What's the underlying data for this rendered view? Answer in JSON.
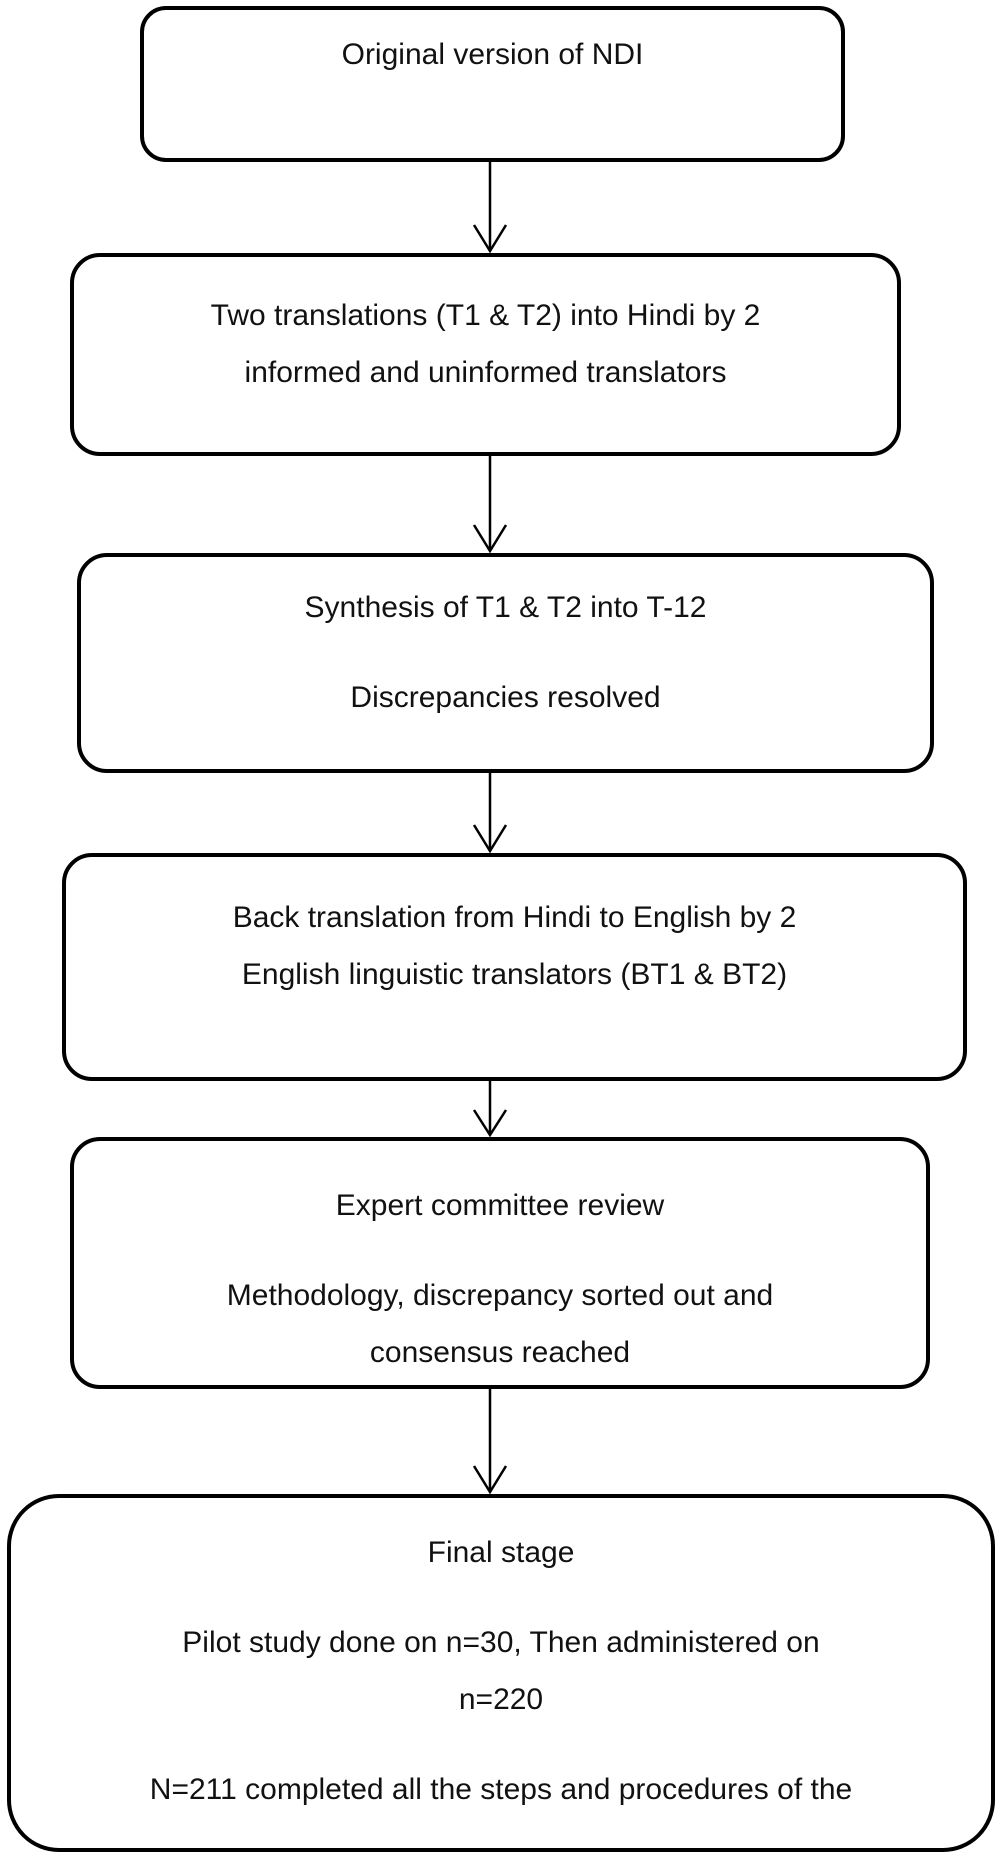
{
  "diagram": {
    "type": "flowchart",
    "background_color": "#ffffff",
    "stroke_color": "#000000",
    "text_color": "#111111",
    "boxes": [
      {
        "name": "original-version",
        "paragraphs": [
          [
            "Original version of NDI"
          ]
        ]
      },
      {
        "name": "two-translations",
        "paragraphs": [
          [
            "Two translations (T1 & T2) into Hindi by 2",
            "informed and uninformed translators"
          ]
        ]
      },
      {
        "name": "synthesis",
        "paragraphs": [
          [
            "Synthesis of T1 & T2 into T-12"
          ],
          [
            "Discrepancies resolved"
          ]
        ]
      },
      {
        "name": "back-translation",
        "paragraphs": [
          [
            "Back translation from Hindi to English by 2",
            "English linguistic translators (BT1 & BT2)"
          ]
        ]
      },
      {
        "name": "expert-committee-review",
        "paragraphs": [
          [
            "Expert committee review"
          ],
          [
            "Methodology, discrepancy sorted out and",
            "consensus reached"
          ]
        ]
      },
      {
        "name": "final-stage",
        "paragraphs": [
          [
            "Final stage"
          ],
          [
            "Pilot study done on n=30, Then administered on",
            "n=220"
          ],
          [
            "N=211 completed all the steps and procedures of the"
          ]
        ]
      }
    ],
    "arrows": [
      {
        "name": "arrow-1",
        "from": "original-version",
        "to": "two-translations"
      },
      {
        "name": "arrow-2",
        "from": "two-translations",
        "to": "synthesis"
      },
      {
        "name": "arrow-3",
        "from": "synthesis",
        "to": "back-translation"
      },
      {
        "name": "arrow-4",
        "from": "back-translation",
        "to": "expert-committee-review"
      },
      {
        "name": "arrow-5",
        "from": "expert-committee-review",
        "to": "final-stage"
      }
    ]
  }
}
